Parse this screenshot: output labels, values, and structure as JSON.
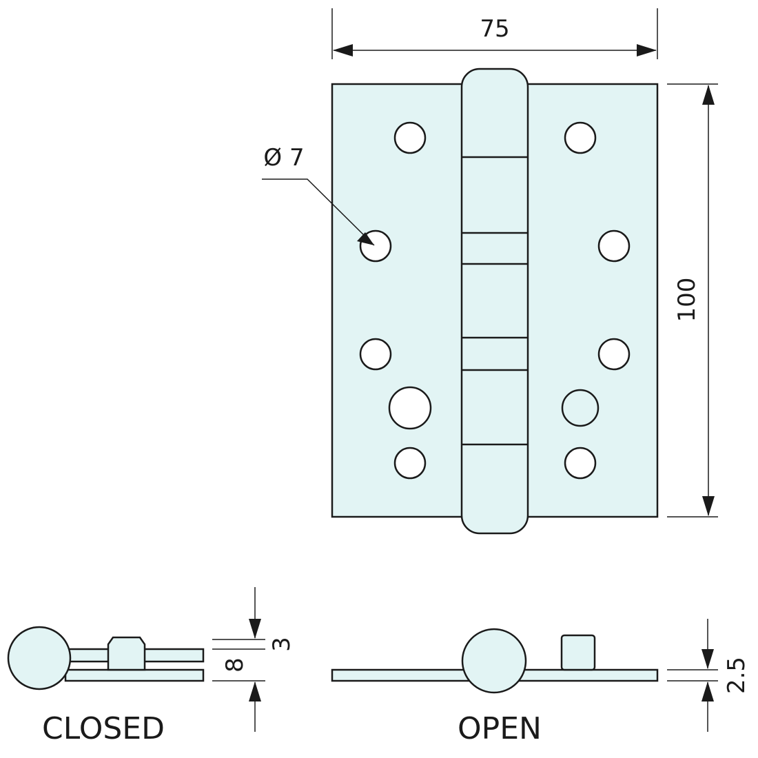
{
  "dimensions": {
    "width": "75",
    "height": "100",
    "hole_diameter": "Ø 7",
    "closed_thickness": "8",
    "closed_leaf": "3",
    "open_leaf": "2.5"
  },
  "captions": {
    "closed": "CLOSED",
    "open": "OPEN"
  },
  "colors": {
    "part_fill": "#e2f4f4",
    "line": "#1a1a1a"
  }
}
